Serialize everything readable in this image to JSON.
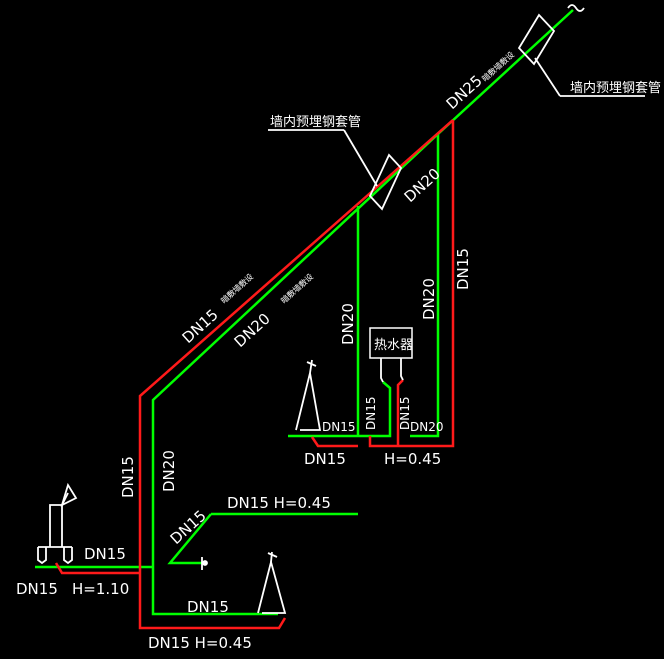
{
  "colors": {
    "background": "#000000",
    "cold_pipe": "#00ff00",
    "hot_pipe": "#ff1a1a",
    "fixture": "#ffffff",
    "text": "#ffffff"
  },
  "labels": {
    "sleeve_top": "墙内预埋钢套管",
    "sleeve_mid": "墙内预埋钢套管",
    "heater": "热水器",
    "dn25_main": "DN25",
    "dn20_vertical_top": "DN20",
    "dn15_right_vertical": "DN15",
    "dn20_right_vertical": "DN20",
    "dn20_mid_vertical": "DN20",
    "dn15_diag_hot": "DN15",
    "dn20_diag_cold": "DN20",
    "dn15_left_vertical": "DN15",
    "dn20_left_vertical": "DN20",
    "dn15_branch_diag": "DN15",
    "dn15_branch_h045": "DN15  H=0.45",
    "dn15_heater_cold": "DN15",
    "dn15_heater_hot": "DN15",
    "dn15_basin_right": "DN15",
    "dn15_basin_below": "DN15",
    "dn20_heater_bottom": "DN20",
    "h045_heater": "H=0.45",
    "dn15_shower_right": "DN15",
    "dn15_shower_below": "DN15",
    "h110": "H=1.10",
    "dn15_bottom_basin": "DN15",
    "dn15_bottom_h045": "DN15  H=0.45",
    "small_note_1": "暗敷墙敷设",
    "small_note_2": "暗敷墙敷设",
    "small_note_3": "暗敷墙敷设"
  }
}
